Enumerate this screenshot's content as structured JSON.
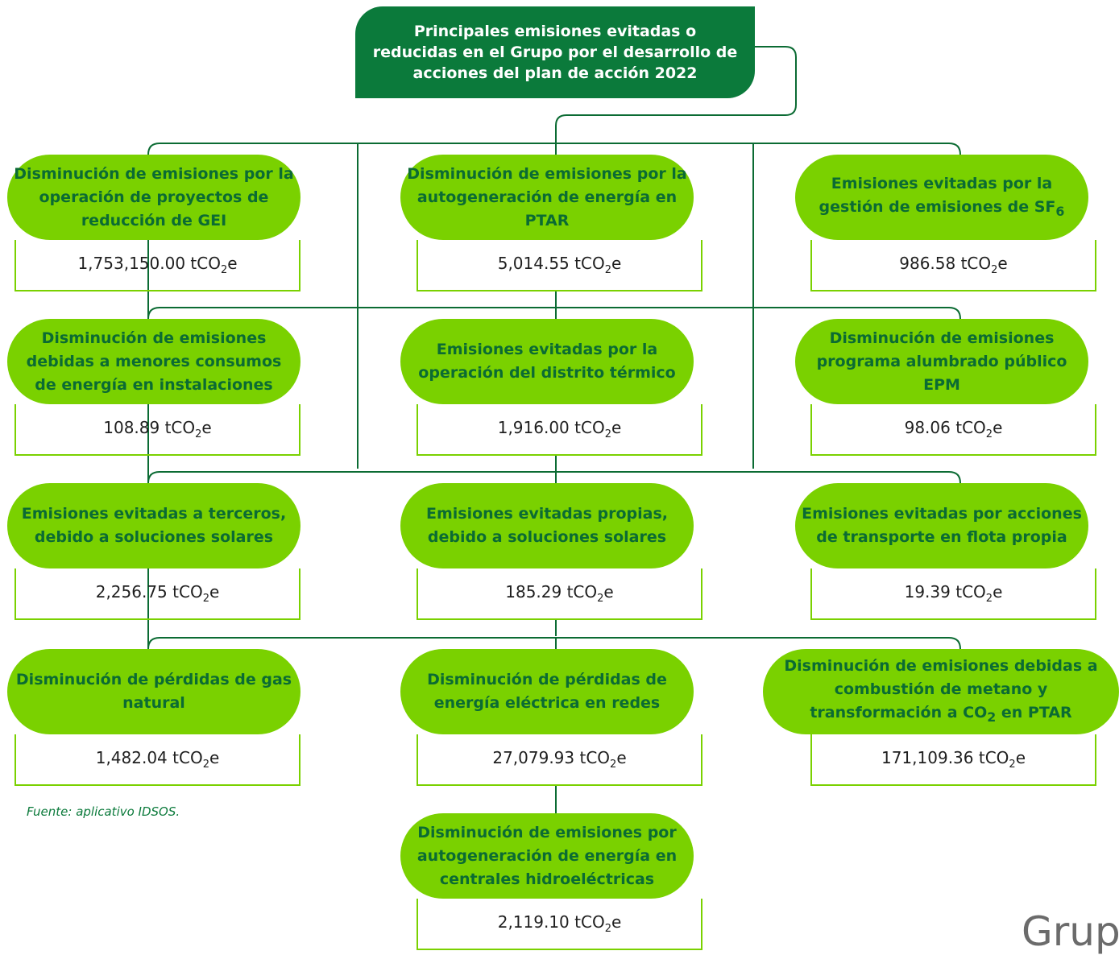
{
  "title": "Principales emisiones evitadas o reducidas en el Grupo por el desarrollo de acciones del plan de acción 2022",
  "items": [
    {
      "label": "Disminución de emisiones por la operación de proyectos de reducción de GEI",
      "value": "1,753,150.00"
    },
    {
      "label": "Disminución de emisiones por la autogeneración de energía en PTAR",
      "value": "5,014.55"
    },
    {
      "label": "Emisiones evitadas por la gestión de emisiones de SF",
      "label_sub": "6",
      "value": "986.58"
    },
    {
      "label": "Disminución de emisiones debidas a menores consumos de energía en instalaciones",
      "value": "108.89"
    },
    {
      "label": "Emisiones evitadas por la operación del distrito térmico",
      "value": "1,916.00"
    },
    {
      "label": "Disminución de emisiones programa alumbrado público EPM",
      "value": "98.06"
    },
    {
      "label": "Emisiones evitadas a terceros, debido a soluciones solares",
      "value": "2,256.75"
    },
    {
      "label": "Emisiones evitadas propias, debido a soluciones solares",
      "value": "185.29"
    },
    {
      "label": "Emisiones evitadas por acciones de transporte en flota propia",
      "value": "19.39"
    },
    {
      "label": "Disminución de pérdidas de gas natural",
      "value": "1,482.04"
    },
    {
      "label": "Disminución de pérdidas de energía eléctrica en redes",
      "value": "27,079.93"
    },
    {
      "label": "Disminución de emisiones debidas a combustión de metano y transformación a CO",
      "label_sub": "2",
      "label_tail": " en PTAR",
      "value": "171,109.36"
    },
    {
      "label": "Disminución de emisiones por autogeneración de energía en centrales hidroeléctricas",
      "value": "2,119.10"
    }
  ],
  "unit": {
    "pre": "tCO",
    "sub": "2",
    "post": "e"
  },
  "source": "Fuente: aplicativo IDSOS.",
  "logo_text": "Grup",
  "colors": {
    "dark_green": "#0b7a3b",
    "light_green": "#7ad100",
    "line_green": "#0b6b33"
  }
}
